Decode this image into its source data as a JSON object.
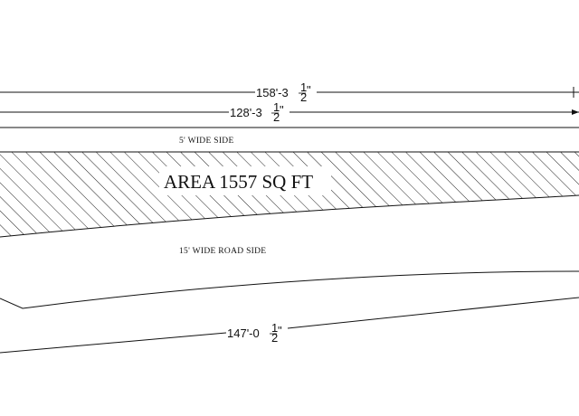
{
  "drawing": {
    "dimensions": {
      "top_overall": {
        "label": "158'-3",
        "frac_num": "1",
        "frac_den": "2",
        "suffix": "\""
      },
      "top_inner": {
        "label": "128'-3",
        "frac_num": "1",
        "frac_den": "2",
        "suffix": "\""
      },
      "bottom": {
        "label": "147'-0",
        "frac_num": "1",
        "frac_den": "2",
        "suffix": "\""
      }
    },
    "side_labels": {
      "side_5ft": "5' WIDE SIDE",
      "road_15ft": "15' WIDE ROAD SIDE"
    },
    "area_label": "AREA 1557 SQ FT",
    "colors": {
      "line": "#111111",
      "hatch": "#222222",
      "background": "#ffffff"
    }
  }
}
